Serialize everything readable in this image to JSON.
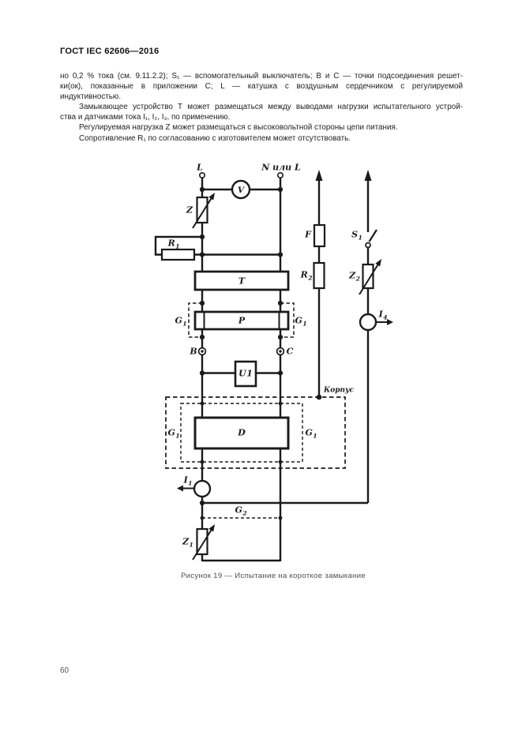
{
  "header": {
    "title": "ГОСТ IEC 62606—2016"
  },
  "body": {
    "para1": {
      "lines": [
        "но 0,2 % тока (см. 9.11.2.2); S₁ — вспомогательный выключатель; В и С — точки подсоединения решет-",
        "ки(ок), показанные в приложении С; L — катушка с воздушным сердечником с регулируемой",
        "индуктивностью."
      ]
    },
    "para2": {
      "lines": [
        "Замыкающее устройство Т может размещаться между выводами нагрузки испытательного устрой-",
        "ства и датчиками тока I₁, I₂, I₃, по применению."
      ]
    },
    "para3": {
      "lines": [
        "Регулируемая нагрузка Z может размещаться с высоковольтной стороны цепи питания."
      ]
    },
    "para4": {
      "lines": [
        "Сопротивление R₁ по согласованию с изготовителем может отсутствовать."
      ]
    }
  },
  "figure": {
    "caption": "Рисунок 19 — Испытание на короткое замыкание",
    "labels": {
      "term_left": {
        "base": "L",
        "sub": ""
      },
      "term_right": {
        "base": "N или L",
        "sub": ""
      },
      "voltmeter": {
        "base": "V",
        "sub": ""
      },
      "z": {
        "base": "Z",
        "sub": ""
      },
      "r1": {
        "base": "R",
        "sub": "1"
      },
      "t": {
        "base": "T",
        "sub": ""
      },
      "p": {
        "base": "P",
        "sub": ""
      },
      "g1_upper_left": {
        "base": "G",
        "sub": "1"
      },
      "g1_upper_right": {
        "base": "G",
        "sub": "1"
      },
      "b": {
        "base": "B",
        "sub": ""
      },
      "c": {
        "base": "C",
        "sub": ""
      },
      "u1": {
        "base": "U",
        "sub": "",
        "tail": "1"
      },
      "korpus": {
        "base": "Корпус",
        "sub": ""
      },
      "g1_lower_left": {
        "base": "G",
        "sub": "1"
      },
      "g1_lower_right": {
        "base": "G",
        "sub": "1"
      },
      "d": {
        "base": "D",
        "sub": ""
      },
      "f": {
        "base": "F",
        "sub": ""
      },
      "r2": {
        "base": "R",
        "sub": "2"
      },
      "s1": {
        "base": "S",
        "sub": "1"
      },
      "z2": {
        "base": "Z",
        "sub": "2"
      },
      "i4": {
        "base": "I",
        "sub": "4"
      },
      "i1": {
        "base": "I",
        "sub": "1"
      },
      "g2": {
        "base": "G",
        "sub": "2"
      },
      "z1": {
        "base": "Z",
        "sub": "1"
      }
    }
  },
  "footer": {
    "page_number": "60"
  }
}
